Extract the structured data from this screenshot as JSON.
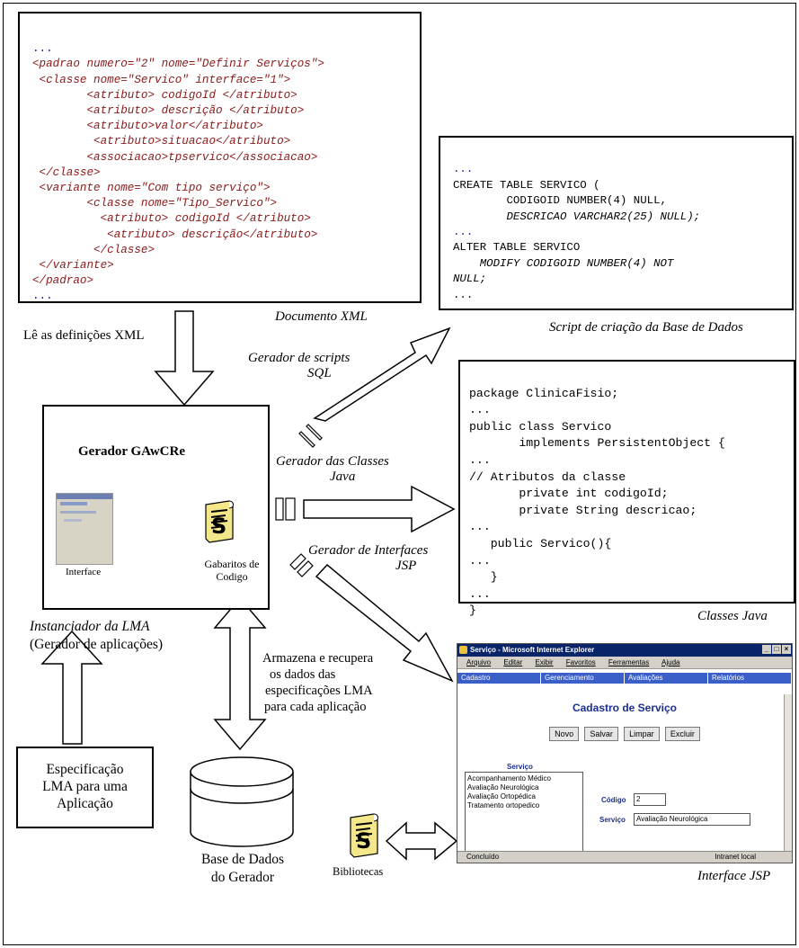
{
  "xml_doc": {
    "lines": [
      "...",
      "<padrao numero=\"2\" nome=\"Definir Serviços\">",
      " <classe nome=\"Servico\" interface=\"1\">",
      "        <atributo> codigoId </atributo>",
      "        <atributo> descrição </atributo>",
      "        <atributo>valor</atributo>",
      "         <atributo>situacao</atributo>",
      "        <associacao>tpservico</associacao>",
      " </classe>",
      " <variante nome=\"Com tipo serviço\">",
      "        <classe nome=\"Tipo_Servico\">",
      "          <atributo> codigoId </atributo>",
      "           <atributo> descrição</atributo>",
      "         </classe>",
      " </variante>",
      "</padrao>",
      "..."
    ],
    "caption": "Documento XML"
  },
  "sql_script": {
    "lines": [
      "...",
      "CREATE TABLE SERVICO (",
      "        CODIGOID NUMBER(4) NULL,",
      "        DESCRICAO VARCHAR2(25) NULL);",
      "...",
      "ALTER TABLE SERVICO",
      "    MODIFY CODIGOID NUMBER(4) NOT",
      "NULL;",
      "..."
    ],
    "caption": "Script de criação da Base de Dados"
  },
  "java_classes": {
    "lines": [
      "package ClinicaFisio;",
      "...",
      "public class Servico",
      "       implements PersistentObject {",
      "...",
      "// Atributos da classe",
      "       private int codigoId;",
      "       private String descricao;",
      "...",
      "   public Servico(){",
      "...",
      "   }",
      "...",
      "}"
    ],
    "caption": "Classes Java"
  },
  "generator": {
    "title": "Gerador GAwCRe",
    "interface_label": "Interface",
    "templates_label": "Gabaritos de Codigo",
    "caption_line1": "Instanciador da LMA",
    "caption_line2": "(Gerador de aplicações)"
  },
  "arrows": {
    "reads_xml": "Lê as definições XML",
    "sql_gen_1": "Gerador de scripts",
    "sql_gen_2": "SQL",
    "java_gen_1": "Gerador  das Classes",
    "java_gen_2": "Java",
    "jsp_gen_1": "Gerador de  Interfaces",
    "jsp_gen_2": "JSP",
    "store_1": "Armazena e recupera",
    "store_2": "os dados das",
    "store_3": "especificações LMA",
    "store_4": "para cada aplicação"
  },
  "spec_box": {
    "line1": "Especificação",
    "line2": "LMA para uma",
    "line3": "Aplicação"
  },
  "database": {
    "line1": "Base de Dados",
    "line2": "do Gerador"
  },
  "libraries_label": "Bibliotecas",
  "jsp_window": {
    "title": "Serviço - Microsoft Internet Explorer",
    "menu": [
      "Arquivo",
      "Editar",
      "Exibir",
      "Favoritos",
      "Ferramentas",
      "Ajuda"
    ],
    "nav": [
      "Cadastro",
      "Gerenciamento",
      "Avaliações",
      "Relatórios"
    ],
    "page_title": "Cadastro de Serviço",
    "buttons": [
      "Novo",
      "Salvar",
      "Limpar",
      "Excluir"
    ],
    "list_header": "Serviço",
    "list_items": [
      "Acompanhamento Médico",
      "Avaliação Neurológica",
      "Avaliação Ortopédica",
      "Tratamento ortopedico"
    ],
    "codigo_label": "Código",
    "codigo_value": "2",
    "servico_label": "Serviço",
    "servico_value": "Avaliação Neurológica",
    "status_left": "Concluído",
    "status_right": "Intranet local",
    "caption": "Interface JSP"
  }
}
